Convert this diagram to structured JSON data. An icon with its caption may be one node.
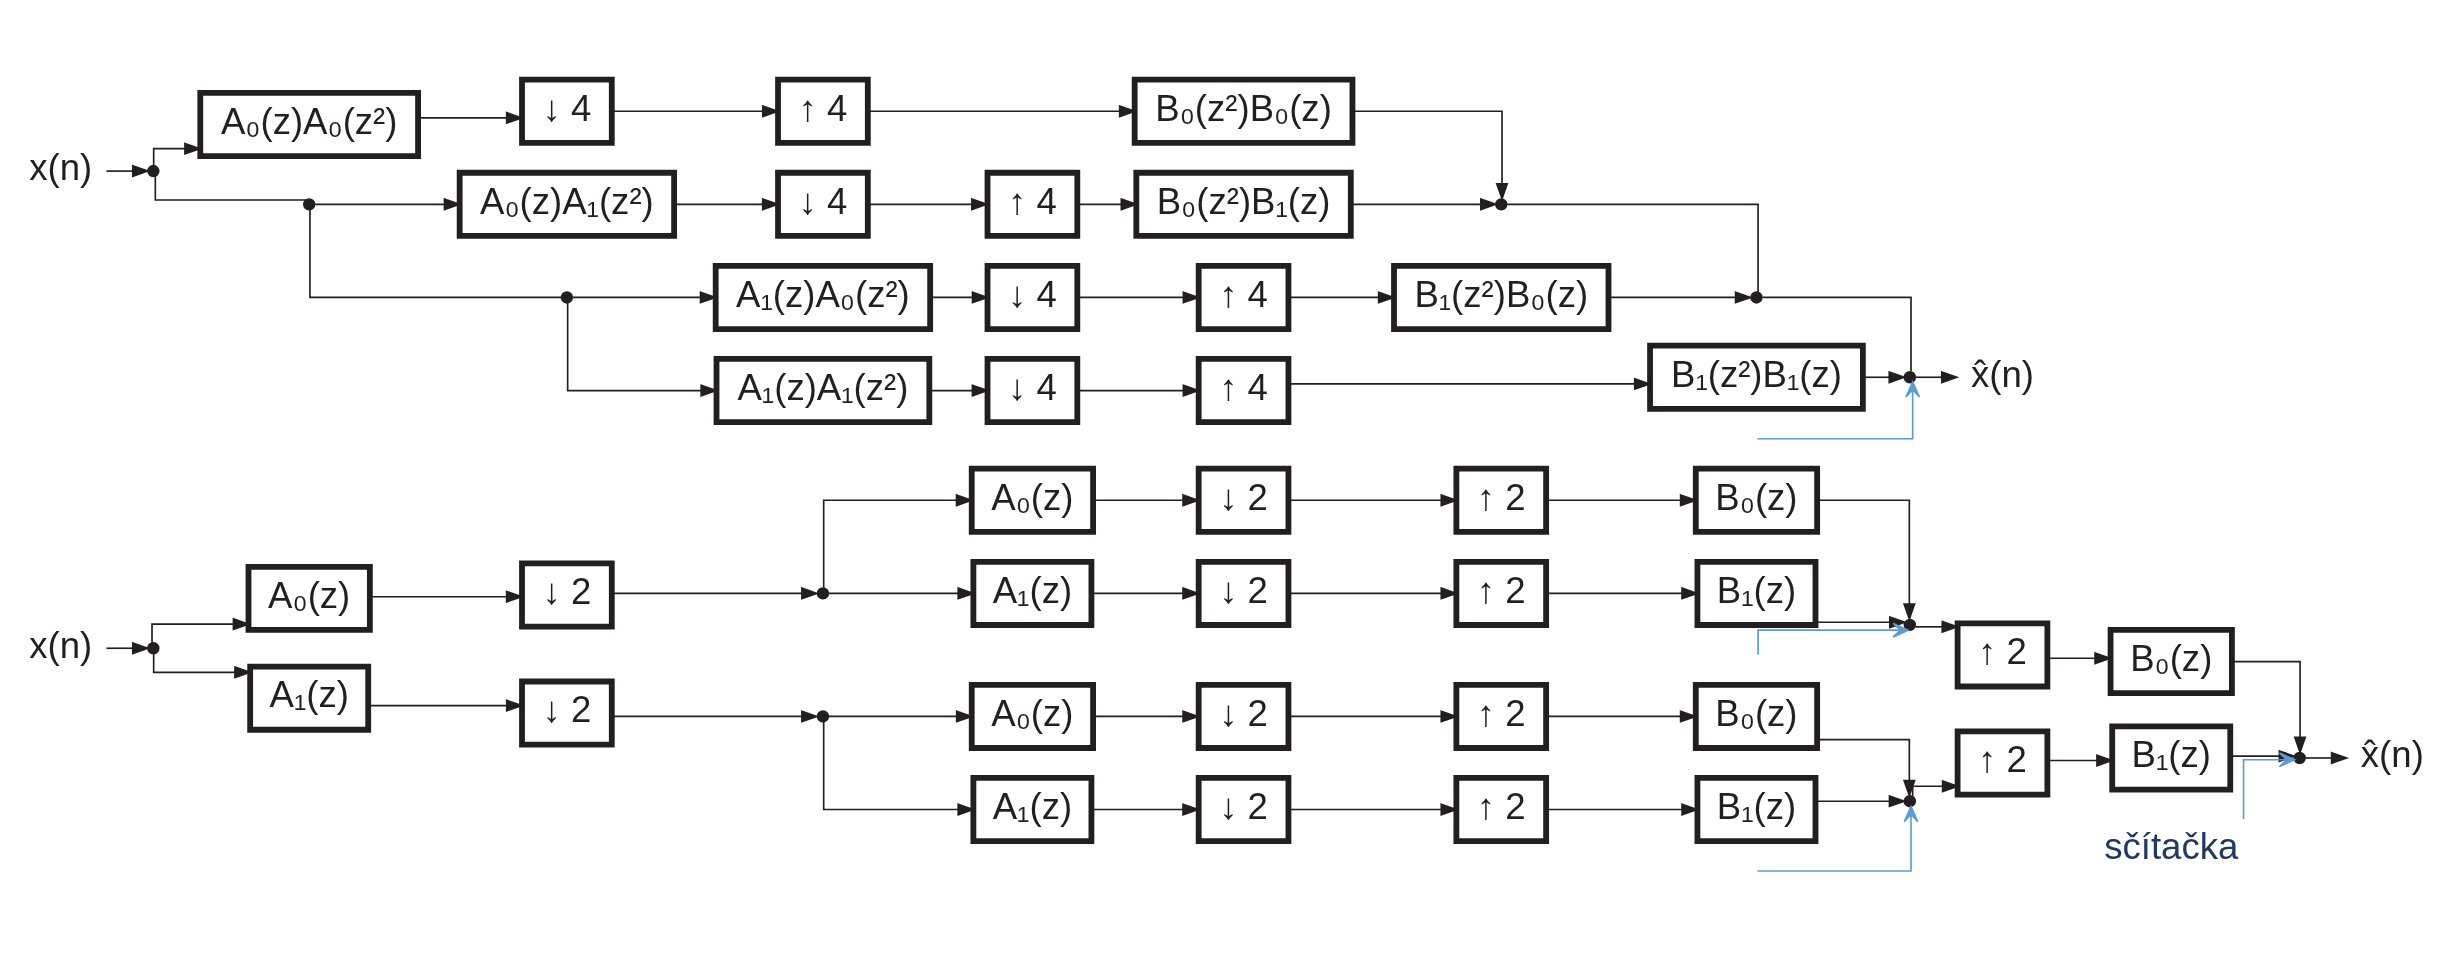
{
  "diagram": {
    "nodes": [
      {
        "text": [
          "x(n)"
        ]
      },
      {
        "text": [],
        "shape": "circle"
      },
      {
        "text": [
          "A₀(z)"
        ]
      },
      {
        "text": [
          "↓ 2"
        ]
      },
      {
        "text": [],
        "shape": "circle"
      },
      {
        "text": [
          "A₀(z)"
        ]
      },
      {
        "text": [
          "↓ 2"
        ]
      },
      {
        "text": [
          "↑ 2"
        ]
      },
      {
        "text": [
          "B₀(z)"
        ]
      },
      {
        "text": [
          "A₁(z)"
        ]
      },
      {
        "text": [
          "↓ 2"
        ]
      },
      {
        "text": [
          "↑ 2"
        ]
      },
      {
        "text": [
          "B₁(z)"
        ]
      },
      {
        "text": [],
        "shape": "circle"
      },
      {
        "text": [
          "↑ 2"
        ]
      },
      {
        "text": [
          "B₀(z)"
        ]
      },
      {
        "text": [
          "A₁(z)"
        ]
      },
      {
        "text": [
          "↓ 2"
        ]
      },
      {
        "text": [],
        "shape": "circle"
      },
      {
        "text": [
          "A₀(z)"
        ]
      },
      {
        "text": [
          "↓ 2"
        ]
      },
      {
        "text": [
          "↑ 2"
        ]
      },
      {
        "text": [
          "B₀(z)"
        ]
      },
      {
        "text": [
          "A₁(z)"
        ]
      },
      {
        "text": [
          "↓ 2"
        ]
      },
      {
        "text": [
          "↑ 2"
        ]
      },
      {
        "text": [
          "B₁(z)"
        ]
      },
      {
        "text": [],
        "shape": "circle"
      },
      {
        "text": [
          "↑ 2"
        ]
      },
      {
        "text": [
          "B₁(z)"
        ]
      },
      {
        "text": [],
        "shape": "circle"
      },
      {
        "text": [
          "x̂(n)"
        ]
      },
      {
        "text": [
          "sčítačka"
        ]
      },
      {
        "text": [
          "x(n)"
        ]
      },
      {
        "text": [],
        "shape": "circle"
      },
      {
        "text": [
          "A₀(z)A₀(z²)"
        ]
      },
      {
        "text": [
          "↓ 4"
        ]
      },
      {
        "text": [
          "↑ 4"
        ]
      },
      {
        "text": [
          "B₀(z²)B₀(z)"
        ]
      },
      {
        "text": [],
        "shape": "circle"
      },
      {
        "text": [
          "A₀(z)A₁(z²)"
        ]
      },
      {
        "text": [
          "↓ 4"
        ]
      },
      {
        "text": [
          "↑ 4"
        ]
      },
      {
        "text": [
          "B₀(z²)B₁(z)"
        ]
      },
      {
        "text": [],
        "shape": "circle"
      },
      {
        "text": [],
        "shape": "circle"
      },
      {
        "text": [
          "A₁(z)A₀(z²)"
        ]
      },
      {
        "text": [
          "↓ 4"
        ]
      },
      {
        "text": [
          "↑ 4"
        ]
      },
      {
        "text": [
          "B₁(z²)B₀(z)"
        ]
      },
      {
        "text": [],
        "shape": "circle"
      },
      {
        "text": [
          "A₁(z)A₁(z²)"
        ]
      },
      {
        "text": [
          "↓ 4"
        ]
      },
      {
        "text": [
          "↑ 4"
        ]
      },
      {
        "text": [
          "B₁(z²)B₁(z)"
        ]
      },
      {
        "text": [],
        "shape": "circle"
      },
      {
        "text": [
          "x̂(n)"
        ]
      }
    ],
    "edges": [
      {
        "from": 0,
        "to": 1,
        "arrow": "to"
      },
      {
        "from": 1,
        "to": 2,
        "arrow": "to"
      },
      {
        "from": 2,
        "to": 3,
        "arrow": "to"
      },
      {
        "from": 3,
        "to": 4,
        "arrow": "to"
      },
      {
        "from": 4,
        "to": 5,
        "arrow": "to"
      },
      {
        "from": 5,
        "to": 6,
        "arrow": "to"
      },
      {
        "from": 6,
        "to": 7,
        "arrow": "to"
      },
      {
        "from": 7,
        "to": 8,
        "arrow": "to"
      },
      {
        "from": 8,
        "to": 13,
        "arrow": "to"
      },
      {
        "from": 4,
        "to": 9,
        "arrow": "to"
      },
      {
        "from": 9,
        "to": 10,
        "arrow": "to"
      },
      {
        "from": 10,
        "to": 11,
        "arrow": "to"
      },
      {
        "from": 11,
        "to": 12,
        "arrow": "to"
      },
      {
        "from": 12,
        "to": 13,
        "arrow": "to"
      },
      {
        "from": 13,
        "to": 14,
        "arrow": "to"
      },
      {
        "from": 14,
        "to": 15,
        "arrow": "to"
      },
      {
        "from": 15,
        "to": 30,
        "arrow": "to"
      },
      {
        "from": 1,
        "to": 16,
        "arrow": "to"
      },
      {
        "from": 16,
        "to": 17,
        "arrow": "to"
      },
      {
        "from": 17,
        "to": 18,
        "arrow": "to"
      },
      {
        "from": 18,
        "to": 19,
        "arrow": "to"
      },
      {
        "from": 19,
        "to": 20,
        "arrow": "to"
      },
      {
        "from": 20,
        "to": 21,
        "arrow": "to"
      },
      {
        "from": 21,
        "to": 22,
        "arrow": "to"
      },
      {
        "from": 22,
        "to": 27,
        "arrow": "to"
      },
      {
        "from": 18,
        "to": 23,
        "arrow": "to"
      },
      {
        "from": 23,
        "to": 24,
        "arrow": "to"
      },
      {
        "from": 24,
        "to": 25,
        "arrow": "to"
      },
      {
        "from": 25,
        "to": 26,
        "arrow": "to"
      },
      {
        "from": 26,
        "to": 27,
        "arrow": "to"
      },
      {
        "from": 27,
        "to": 28,
        "arrow": "to"
      },
      {
        "from": 28,
        "to": 29,
        "arrow": "to"
      },
      {
        "from": 29,
        "to": 30,
        "arrow": "to"
      },
      {
        "from": 30,
        "to": 31,
        "arrow": "to"
      },
      {
        "from": null,
        "to": 13,
        "arrow": "to",
        "color": "#5b9bd5"
      },
      {
        "from": 32,
        "to": 30,
        "arrow": "to",
        "color": "#5b9bd5"
      },
      {
        "from": null,
        "to": 27,
        "arrow": "to",
        "color": "#5b9bd5"
      },
      {
        "from": 33,
        "to": 34,
        "arrow": "to"
      },
      {
        "from": 34,
        "to": 35,
        "arrow": "to"
      },
      {
        "from": 35,
        "to": 36,
        "arrow": "to"
      },
      {
        "from": 36,
        "to": 37,
        "arrow": "to"
      },
      {
        "from": 37,
        "to": 38,
        "arrow": "to"
      },
      {
        "from": 38,
        "to": 44,
        "arrow": "to"
      },
      {
        "from": 34,
        "to": 39,
        "arrow": "none"
      },
      {
        "from": 39,
        "to": 40,
        "arrow": "to"
      },
      {
        "from": 40,
        "to": 41,
        "arrow": "to"
      },
      {
        "from": 41,
        "to": 42,
        "arrow": "to"
      },
      {
        "from": 42,
        "to": 43,
        "arrow": "to"
      },
      {
        "from": 43,
        "to": 44,
        "arrow": "to"
      },
      {
        "from": 39,
        "to": 45,
        "arrow": "none"
      },
      {
        "from": 45,
        "to": 46,
        "arrow": "to"
      },
      {
        "from": 46,
        "to": 47,
        "arrow": "to"
      },
      {
        "from": 47,
        "to": 48,
        "arrow": "to"
      },
      {
        "from": 48,
        "to": 49,
        "arrow": "to"
      },
      {
        "from": 49,
        "to": 50,
        "arrow": "to"
      },
      {
        "from": 45,
        "to": 51,
        "arrow": "to"
      },
      {
        "from": 51,
        "to": 52,
        "arrow": "to"
      },
      {
        "from": 52,
        "to": 53,
        "arrow": "to"
      },
      {
        "from": 53,
        "to": 54,
        "arrow": "to"
      },
      {
        "from": 54,
        "to": 55,
        "arrow": "to"
      },
      {
        "from": 44,
        "to": 50,
        "arrow": "none"
      },
      {
        "from": 50,
        "to": 55,
        "arrow": "none"
      },
      {
        "from": 55,
        "to": 56,
        "arrow": "to"
      },
      {
        "from": null,
        "to": 55,
        "arrow": "to",
        "color": "#5b9bd5"
      }
    ]
  }
}
